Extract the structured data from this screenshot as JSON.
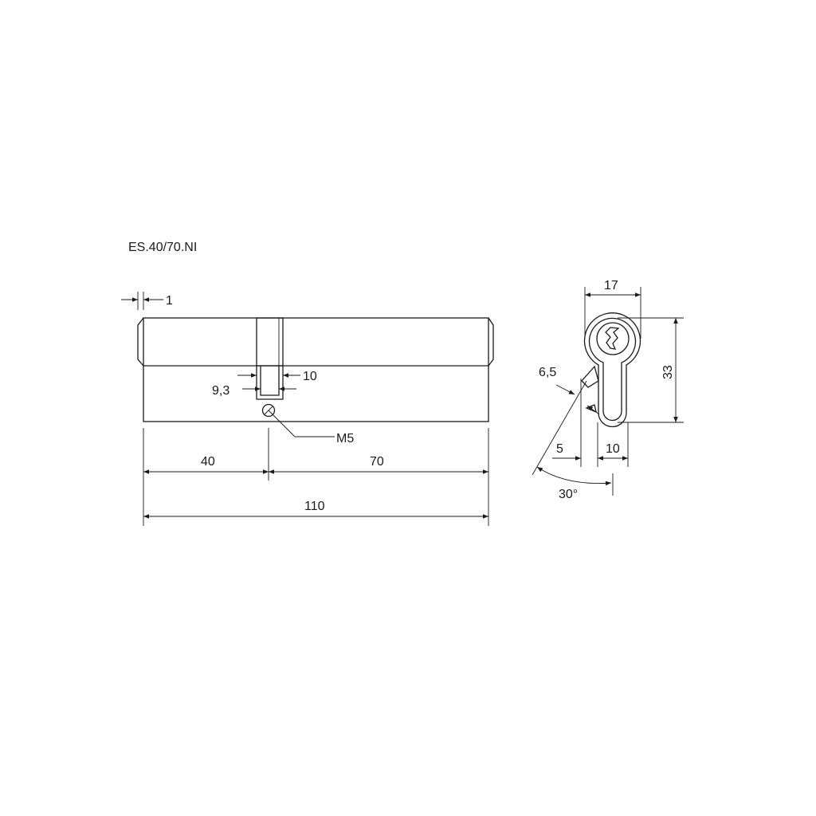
{
  "title": "ES.40/70.NI",
  "side_view": {
    "dim_offset": "1",
    "dim_cam_outer": "10",
    "dim_cam_inner": "9,3",
    "screw": "M5",
    "dim_left": "40",
    "dim_right": "70",
    "dim_total": "110"
  },
  "end_view": {
    "dim_width": "17",
    "dim_height": "33",
    "dim_cam": "6,5",
    "dim_offset": "5",
    "dim_bottom": "10",
    "dim_angle": "30°"
  }
}
